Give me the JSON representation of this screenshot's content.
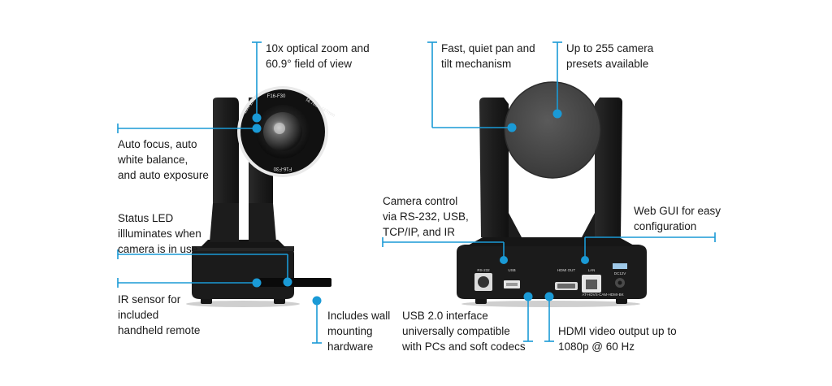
{
  "colors": {
    "accent": "#1a9ad6",
    "body": "#1b1b1b",
    "text": "#1a1a1a"
  },
  "front_labels": {
    "zoom": "10x optical zoom and\n60.9° field of view",
    "focus": "Auto focus, auto\nwhite balance,\nand auto exposure",
    "led": "Status LED\nillluminates when\ncamera is in use",
    "ir": "IR sensor for\nincluded\nhandheld remote",
    "mount": "Includes wall\nmounting\nhardware"
  },
  "rear_labels": {
    "pan": "Fast, quiet pan and\ntilt mechanism",
    "presets": "Up to 255 camera\npresets available",
    "control": "Camera control\nvia RS-232, USB,\nTCP/IP, and IR",
    "web": "Web GUI for easy\nconfiguration",
    "usb": "USB 2.0 interface\nuniversally compatible\nwith PCs and soft codecs",
    "hdmi": "HDMI video output up to\n1080p @ 60 Hz"
  },
  "lens_text": {
    "zoom": "10X Zoom",
    "aperture": "F16-F30",
    "focal": "f4.7mm-f47mm"
  },
  "port_labels": {
    "rs232": "RS-232",
    "usb": "USB",
    "hdmi": "HDMI OUT",
    "lan": "LAN",
    "dc": "DC12V",
    "model": "AT-HDVS-CAM-HDMI-BK"
  }
}
